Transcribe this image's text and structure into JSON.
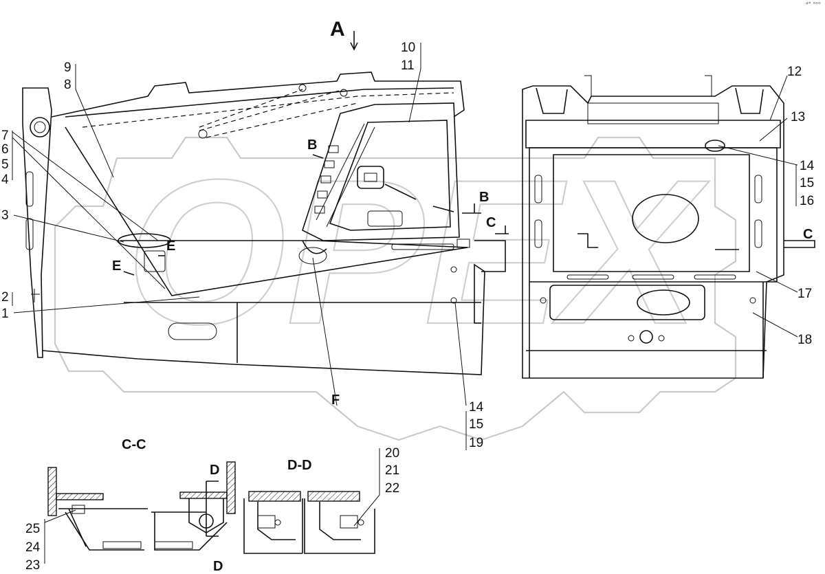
{
  "corner_mark": "ᵃ° ᵒᵒᵒ",
  "view_labels": {
    "view_a": "A",
    "section_b_top": "B",
    "section_b_right": "B",
    "section_c_mid": "C",
    "section_c_right": "C",
    "section_e_top": "E",
    "section_e_left": "E",
    "detail_f": "F",
    "section_d_top": "D",
    "section_d_bottom": "D"
  },
  "section_titles": {
    "cc": "C-C",
    "dd": "D-D"
  },
  "callouts": {
    "n1": "1",
    "n2": "2",
    "n3": "3",
    "n4": "4",
    "n5": "5",
    "n6": "6",
    "n7": "7",
    "n8": "8",
    "n9": "9",
    "n10": "10",
    "n11": "11",
    "n12": "12",
    "n13": "13",
    "n14a": "14",
    "n15a": "15",
    "n16": "16",
    "n17": "17",
    "n18": "18",
    "n14b": "14",
    "n15b": "15",
    "n19": "19",
    "n20": "20",
    "n21": "21",
    "n22": "22",
    "n23": "23",
    "n24": "24",
    "n25": "25"
  },
  "watermark": {
    "text": "OPEX",
    "icon": "gear-watermark-icon"
  }
}
